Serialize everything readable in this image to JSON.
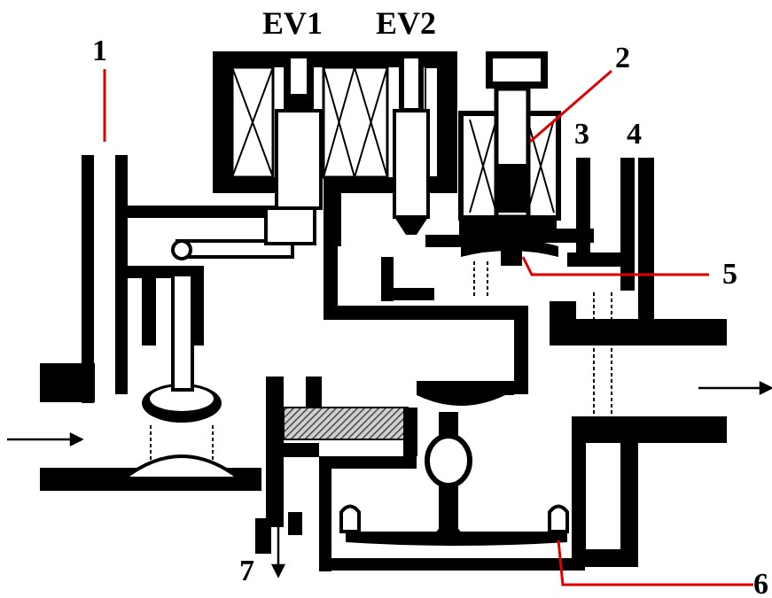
{
  "labels": {
    "ev1": "EV1",
    "ev2": "EV2",
    "n1": "1",
    "n2": "2",
    "n3": "3",
    "n4": "4",
    "n5": "5",
    "n6": "6",
    "n7": "7"
  },
  "colors": {
    "body": "#000000",
    "leader": "#e00000",
    "hatch": "#7a7a7a"
  }
}
